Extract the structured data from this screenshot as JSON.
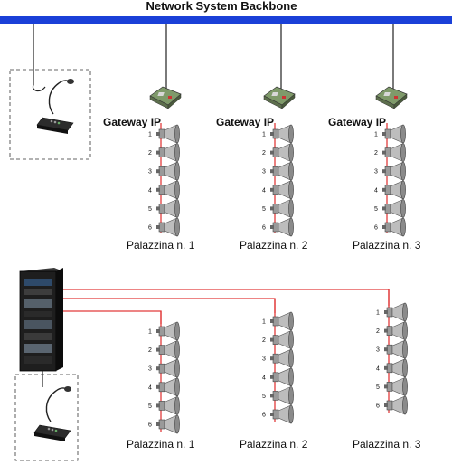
{
  "title": "Network System Backbone",
  "colors": {
    "backbone": "#1a40d8",
    "wire": "#e23b3b",
    "cable": "#222222"
  },
  "gateway_label": "Gateway IP",
  "speaker_numbers": [
    "1",
    "2",
    "3",
    "4",
    "5",
    "6"
  ],
  "top_buildings": [
    {
      "label": "Palazzina n. 1"
    },
    {
      "label": "Palazzina n. 2"
    },
    {
      "label": "Palazzina n. 3"
    }
  ],
  "bottom_buildings": [
    {
      "label": "Palazzina n. 1"
    },
    {
      "label": "Palazzina n. 2"
    },
    {
      "label": "Palazzina n. 3"
    }
  ],
  "icons": {
    "microphone": "paging-microphone-icon",
    "gateway": "ip-gateway-board-icon",
    "speaker": "horn-speaker-icon",
    "rack": "server-rack-icon"
  }
}
